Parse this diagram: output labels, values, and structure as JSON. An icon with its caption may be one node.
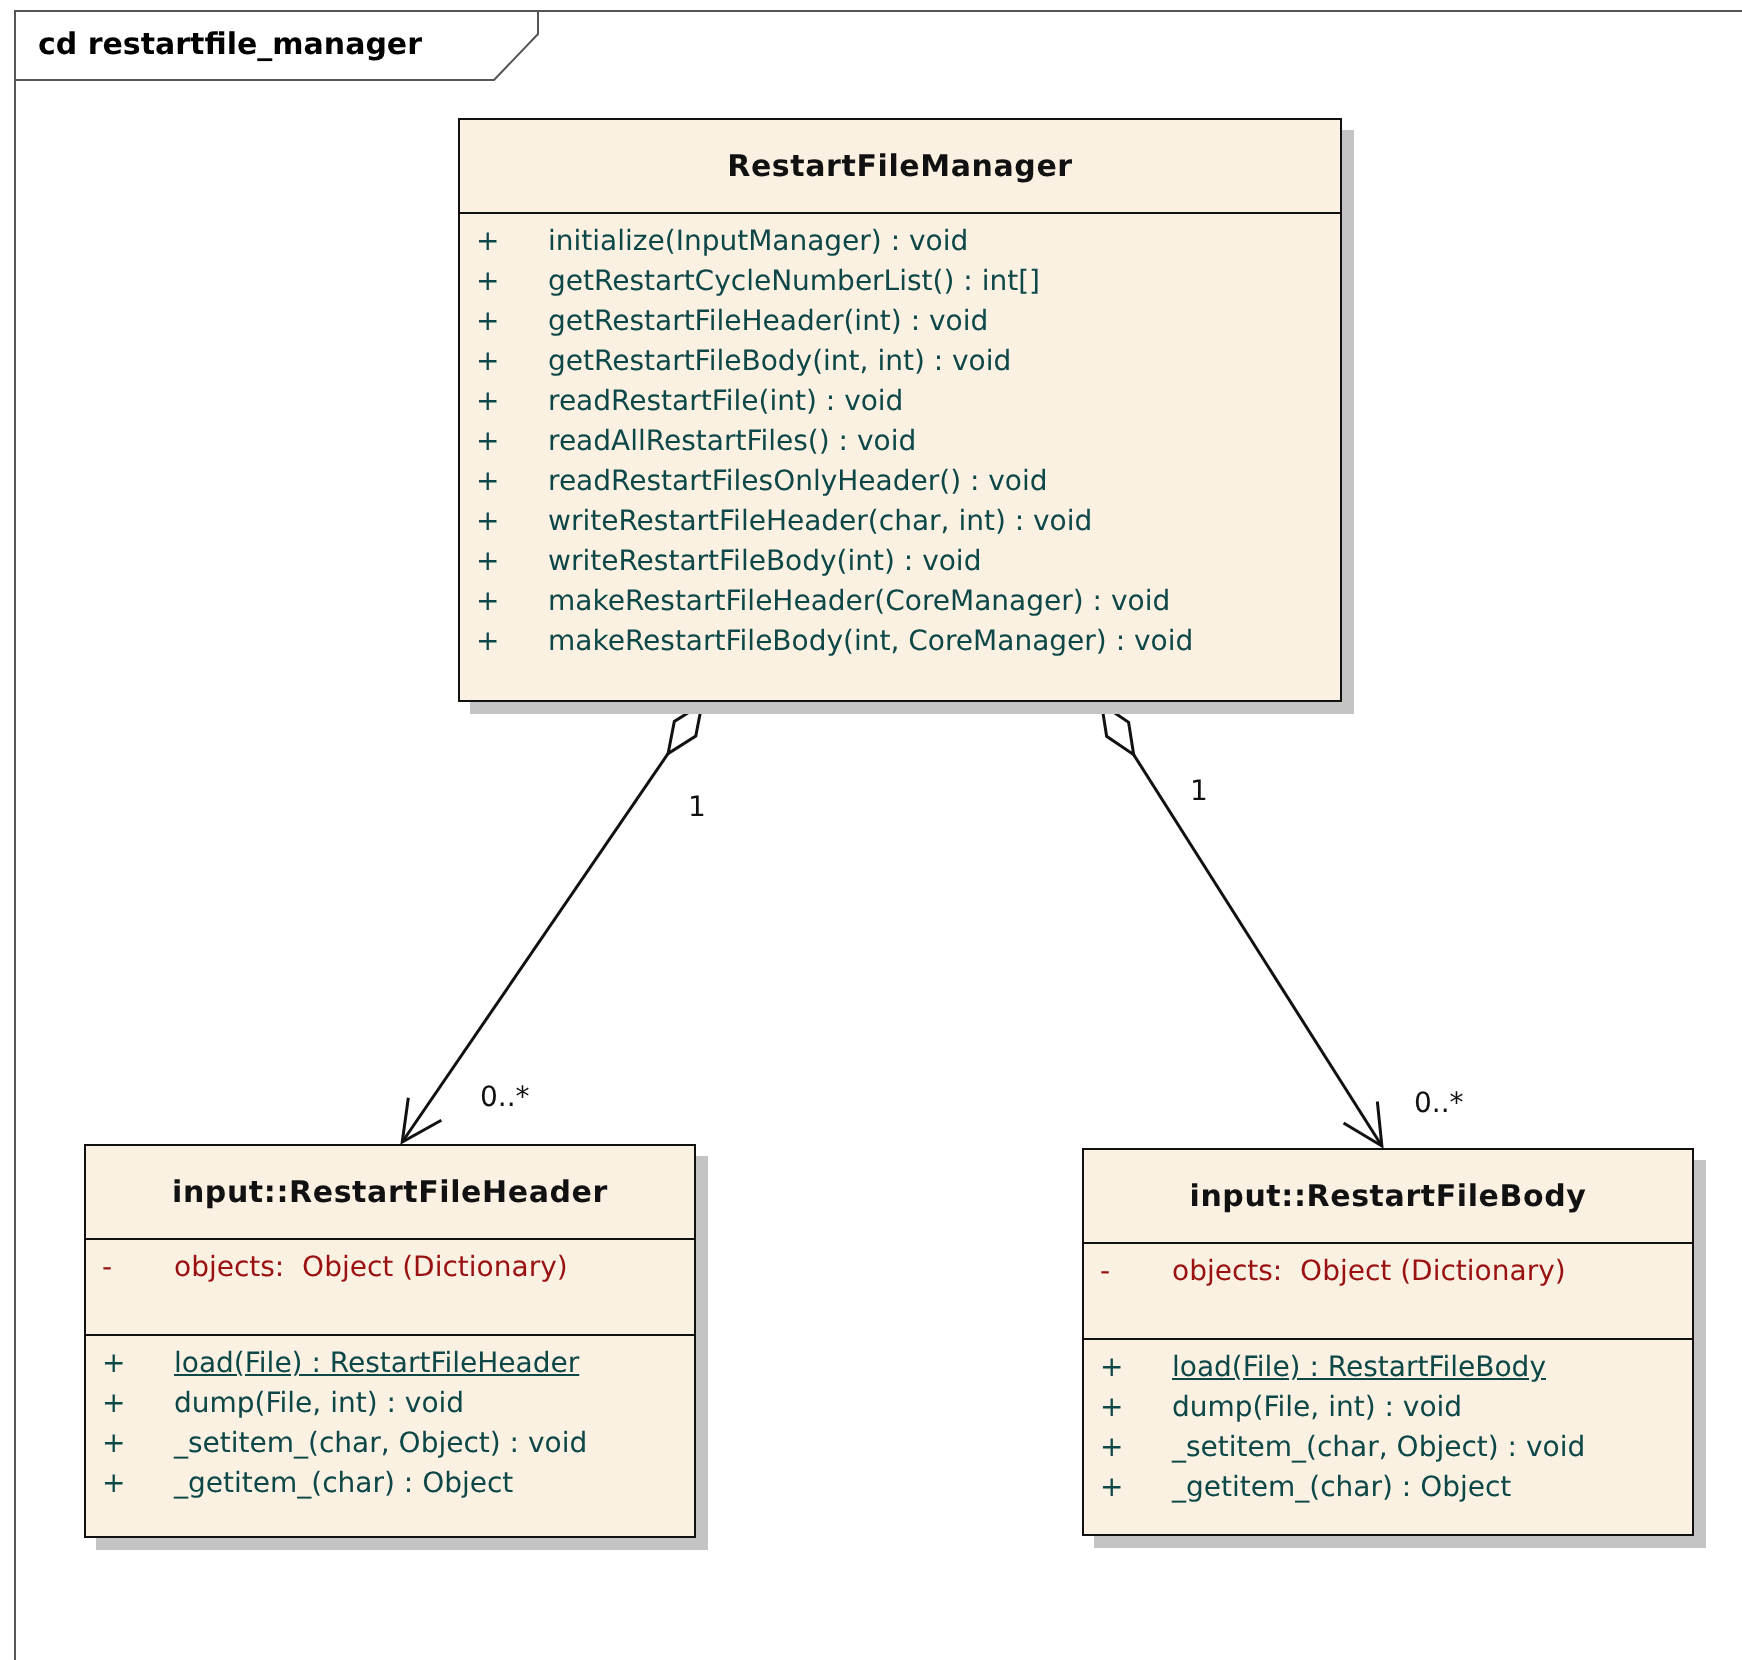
{
  "diagram": {
    "nodes": [
      {
        "text": [
          "cd restartfile_manager"
        ]
      },
      {
        "text": [
          "RestartFileManager",
          "+ initialize(InputManager) : void",
          "+ getRestartCycleNumberList() : int[]",
          "+ getRestartFileHeader(int) : void",
          "+ getRestartFileBody(int, int) : void",
          "+ readRestartFile(int) : void",
          "+ readAllRestartFiles() : void",
          "+ readRestartFilesOnlyHeader() : void",
          "+ writeRestartFileHeader(char, int) : void",
          "+ writeRestartFileBody(int) : void",
          "+ makeRestartFileHeader(CoreManager) : void",
          "+ makeRestartFileBody(int, CoreManager) : void"
        ],
        "in": 0
      },
      {
        "text": [
          "input::RestartFileHeader",
          "- objects:  Object (Dictionary)",
          "+ load(File) : RestartFileHeader",
          "+ dump(File, int) : void",
          "+ _setitem_(char, Object) : void",
          "+ _getitem_(char) : Object"
        ],
        "in": 0
      },
      {
        "text": [
          "input::RestartFileBody",
          "- objects:  Object (Dictionary)",
          "+ load(File) : RestartFileBody",
          "+ dump(File, int) : void",
          "+ _setitem_(char, Object) : void",
          "+ _getitem_(char) : Object"
        ],
        "in": 0
      }
    ],
    "edges": [
      {
        "from": 1,
        "to": 2,
        "arrow": "to"
      },
      {
        "from": 1,
        "to": 3,
        "arrow": "to"
      }
    ],
    "labels": [
      "1",
      "0..*",
      "1",
      "0..*"
    ]
  }
}
